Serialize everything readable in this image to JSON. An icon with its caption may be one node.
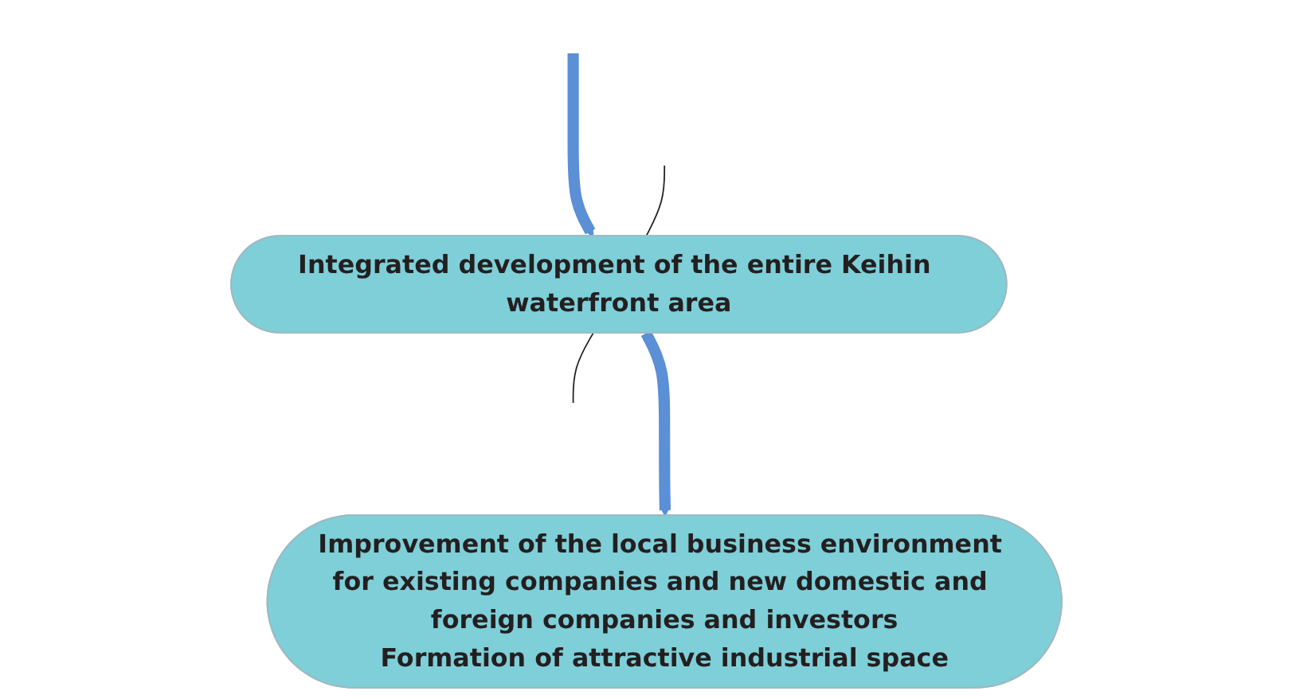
{
  "diagram": {
    "nodes": [
      {
        "text": [
          "Integrated development of the entire Keihin waterfront area"
        ]
      },
      {
        "text": [
          "Improvement of the local business environment for existing companies and new domestic and foreign companies and investors",
          "Formation of attractive industrial space"
        ]
      }
    ],
    "edges": [
      {
        "from": null,
        "to": 0,
        "arrow": "to",
        "style": "thick",
        "color": "#5b8fd6"
      },
      {
        "from": null,
        "to": 0,
        "arrow": "none",
        "color": "#231f20"
      },
      {
        "from": 0,
        "to": null,
        "arrow": "none",
        "color": "#231f20"
      },
      {
        "from": 0,
        "to": 1,
        "arrow": "to",
        "style": "thick",
        "color": "#5b8fd6"
      }
    ]
  }
}
